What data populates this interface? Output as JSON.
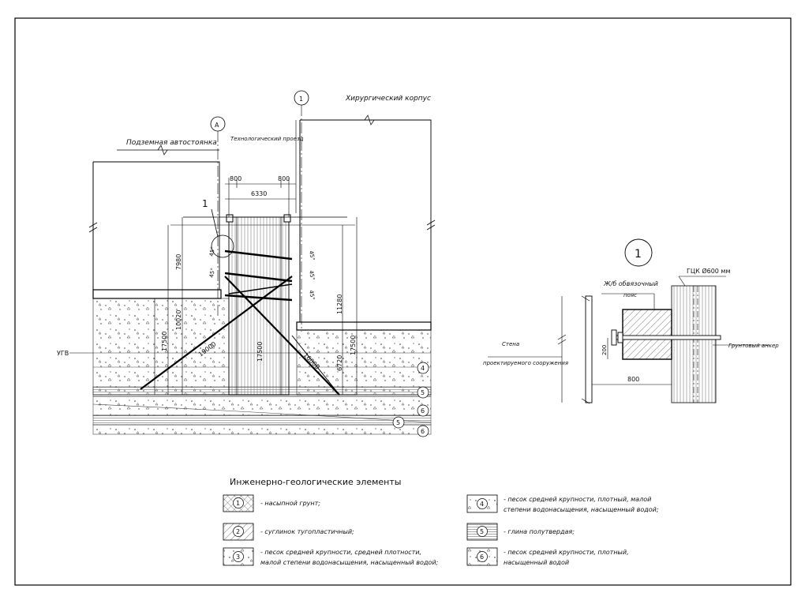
{
  "labels": {
    "underground_parking": "Подземная автостоянка",
    "tech_passage": "Технологический проезд",
    "surgical_building": "Хирургический корпус",
    "axis_a": "А",
    "axis_1": "1",
    "node_marker": "1",
    "ugv": "УГВ",
    "detail_marker": "1"
  },
  "dimensions": {
    "d800_left": "800",
    "d800_right": "800",
    "d6330": "6330",
    "d7980": "7980",
    "d10020": "10020",
    "d17500_left": "17500",
    "d17500_mid": "17500",
    "d11280": "11280",
    "d6720": "6720",
    "d17500_right": "17500",
    "d19000": "19000",
    "d16000": "16000",
    "a45_1": "45°",
    "a45_2": "45°",
    "a45_3": "45°",
    "a45_4": "45°",
    "a45_5": "45°"
  },
  "soil_markers": {
    "m4": "4",
    "m5a": "5",
    "m6a": "6",
    "m5b": "5",
    "m6b": "6"
  },
  "detail": {
    "belt_line1": "Ж/б обвязочный",
    "belt_line2": "пояс",
    "gck": "ГЦК Ø600 мм",
    "wall_line1": "Стена",
    "wall_line2": "проектируемого сооружения",
    "anchor": "Грунтовый анкер",
    "dim_200": "200",
    "dim_800": "800"
  },
  "legend": {
    "title": "Инженерно-геологические элементы",
    "items": [
      {
        "num": "1",
        "line1": "- насыпной грунт;",
        "line2": ""
      },
      {
        "num": "2",
        "line1": "- суглинок тугопластичный;",
        "line2": ""
      },
      {
        "num": "3",
        "line1": "- песок средней крупности, средней плотности,",
        "line2": "малой степени водонасыщения, насыщенный водой;"
      },
      {
        "num": "4",
        "line1": "- песок средней крупности, плотный, малой",
        "line2": "степени водонасыщения, насыщенный водой;"
      },
      {
        "num": "5",
        "line1": "- глина полутвердая;",
        "line2": ""
      },
      {
        "num": "6",
        "line1": "- песок средней крупности, плотный,",
        "line2": "насыщенный водой"
      }
    ]
  }
}
